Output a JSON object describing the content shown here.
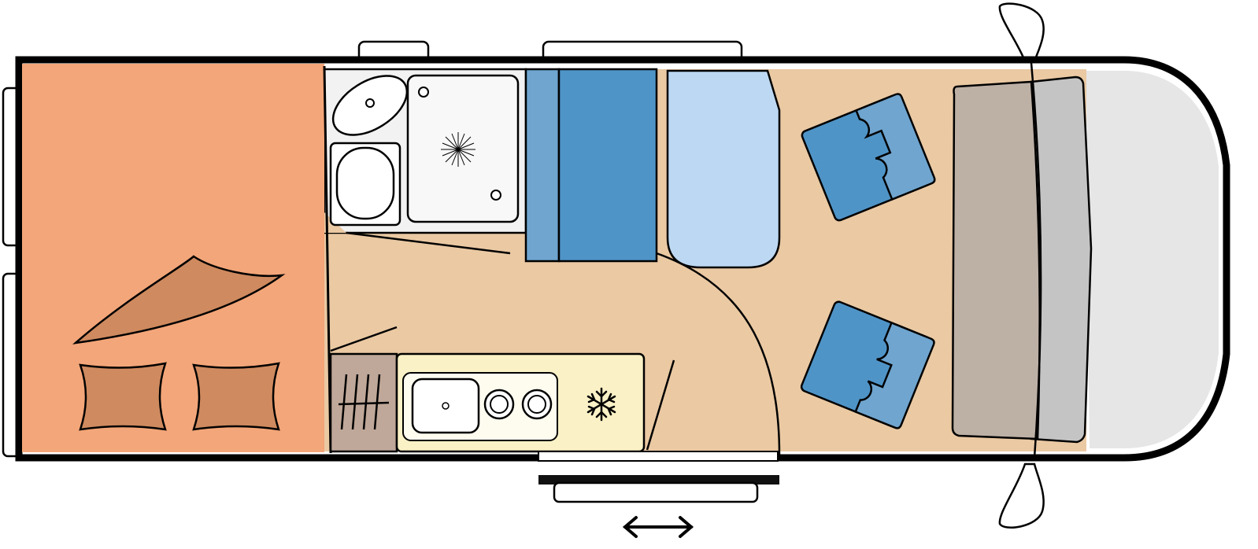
{
  "floorplan": {
    "zones": {
      "bedroom": "bedroom-area",
      "living": "living-area",
      "cab": "driver-cab"
    },
    "colors": {
      "outline": "#000000",
      "bed": "#F3A679",
      "pillow": "#CF8A5F",
      "floor": "#EAC9A3",
      "bathroom": "#F2F2F2",
      "seat_dark": "#4F94C7",
      "seat_light": "#6FA5CF",
      "table": "#BDD8F2",
      "kitchen": "#FAF1C6",
      "wardrobe": "#BFA899",
      "cab_bench": "#BDB0A5",
      "dashboard": "#C4C4C4",
      "cab_nose": "#E6E6E6",
      "door_bar": "#111111"
    },
    "icons": {
      "fridge": "snowflake-icon",
      "shower_drain": "drain-star-icon",
      "sliding_door": "double-arrow-icon"
    }
  }
}
